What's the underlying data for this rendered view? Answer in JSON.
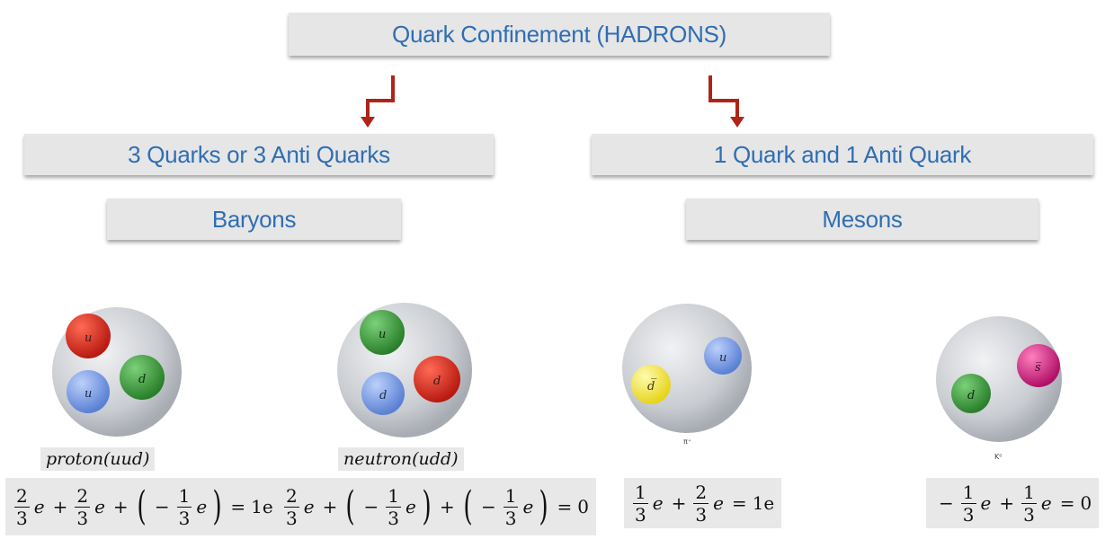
{
  "title": "Quark Confinement (HADRONS)",
  "left": {
    "composition": "3 Quarks or 3 Anti Quarks",
    "category": "Baryons"
  },
  "right": {
    "composition": "1 Quark and 1 Anti Quark",
    "category": "Mesons"
  },
  "particles": [
    {
      "caption": "proton(uud)",
      "quarks": [
        {
          "label": "u",
          "color": "#d42a1c"
        },
        {
          "label": "u",
          "color": "#6f94e0"
        },
        {
          "label": "d",
          "color": "#3d9b3d"
        }
      ],
      "equation": {
        "t1n": "2",
        "t1d": "3",
        "e1": "e",
        "p1": "+",
        "t2n": "2",
        "t2d": "3",
        "e2": "e",
        "p2": "+",
        "t3s": "−",
        "t3n": "1",
        "t3d": "3",
        "e3": "e",
        "eqsign": "=",
        "result": "1e"
      }
    },
    {
      "caption": "neutron(udd)",
      "quarks": [
        {
          "label": "u",
          "color": "#3d9b3d"
        },
        {
          "label": "d",
          "color": "#6f94e0"
        },
        {
          "label": "d",
          "color": "#d42a1c"
        }
      ],
      "equation": {
        "t1n": "2",
        "t1d": "3",
        "e1": "e",
        "p1": "+",
        "t2s": "−",
        "t2n": "1",
        "t2d": "3",
        "e2": "e",
        "p2": "+",
        "t3s": "−",
        "t3n": "1",
        "t3d": "3",
        "e3": "e",
        "eqsign": "=",
        "result": "0"
      }
    },
    {
      "caption": "π⁺",
      "quarks": [
        {
          "label": "d̅",
          "color": "#f3e636"
        },
        {
          "label": "u",
          "color": "#6f94e0"
        }
      ],
      "equation": {
        "t1n": "1",
        "t1d": "3",
        "e1": "e",
        "p1": "+",
        "t2n": "2",
        "t2d": "3",
        "e2": "e",
        "eqsign": "=",
        "result": "1e"
      }
    },
    {
      "caption": "K⁰",
      "quarks": [
        {
          "label": "d",
          "color": "#3d9b3d"
        },
        {
          "label": "s̅",
          "color": "#d4267e"
        }
      ],
      "equation": {
        "s1": "−",
        "t1n": "1",
        "t1d": "3",
        "e1": "e",
        "p1": "+",
        "t2n": "1",
        "t2d": "3",
        "e2": "e",
        "eqsign": "=",
        "result": "0"
      }
    }
  ],
  "colors": {
    "box_bg": "#e6e6e6",
    "box_text": "#2f6eb4",
    "arrow": "#b02418",
    "hadron": "#c9ccd1"
  }
}
